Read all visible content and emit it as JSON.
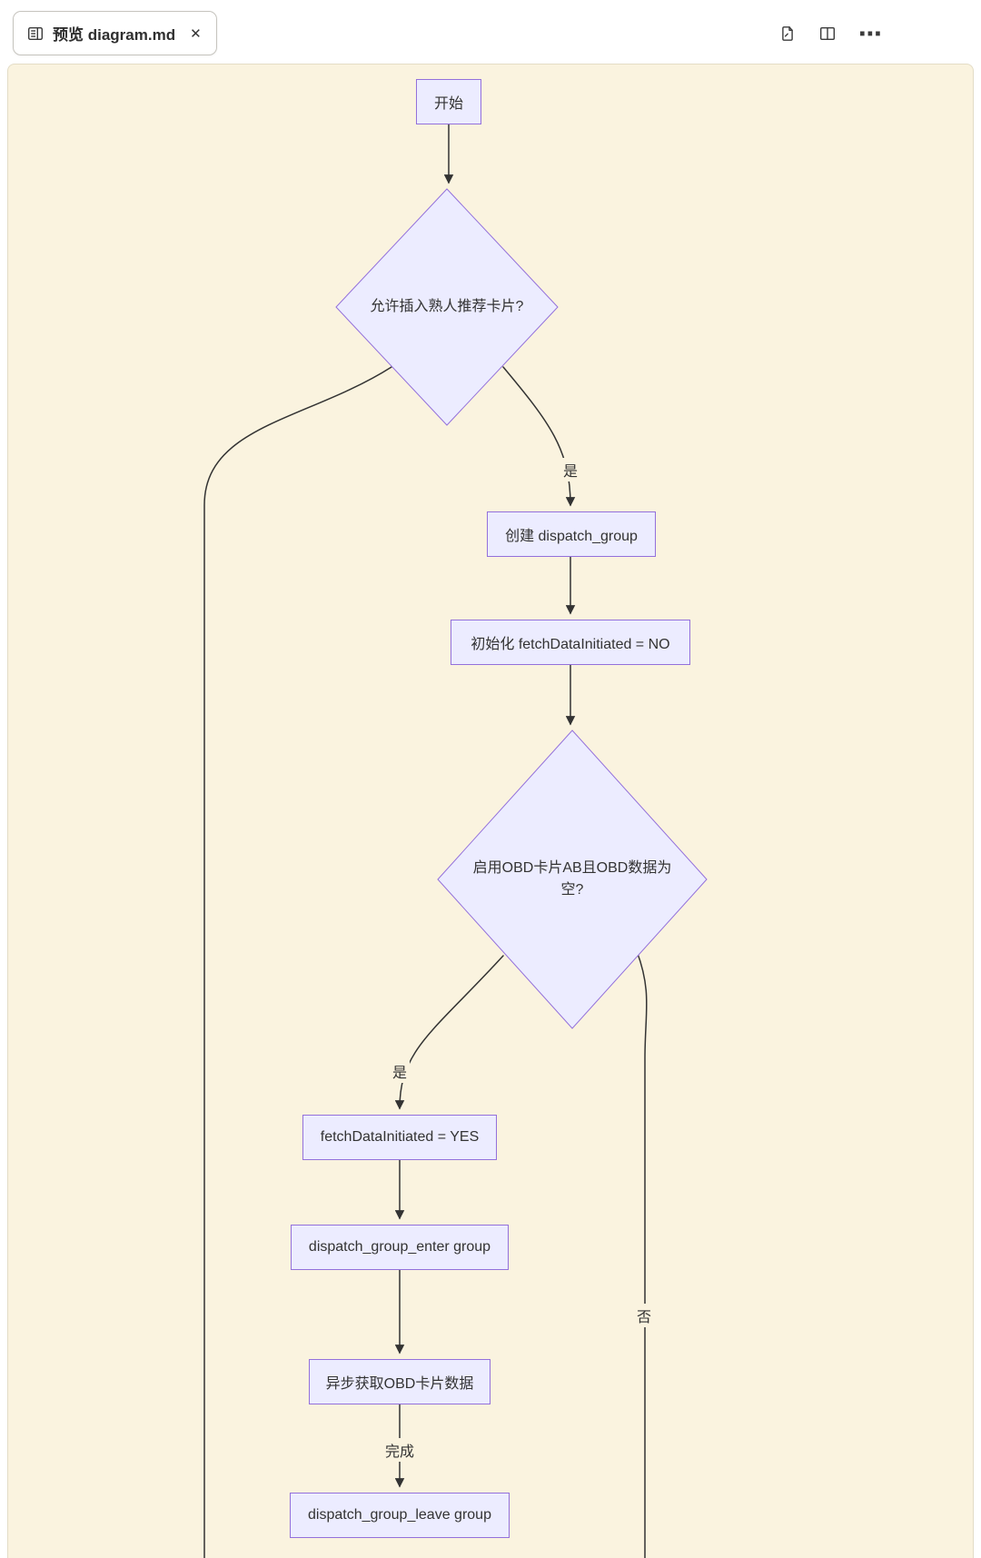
{
  "tab_bar": {
    "tab_title": "预览 diagram.md",
    "close_glyph": "✕",
    "more_glyph": "⋯"
  },
  "diagram": {
    "nodes": {
      "start": "开始",
      "decision_allow_insert": "允许插入熟人推荐卡片?",
      "create_dispatch_group": "创建 dispatch_group",
      "init_fetch_flag": "初始化 fetchDataInitiated = NO",
      "decision_obd_empty": "启用OBD卡片AB且OBD数据为空?",
      "set_fetch_flag": "fetchDataInitiated = YES",
      "dispatch_group_enter": "dispatch_group_enter group",
      "fetch_obd_data": "异步获取OBD卡片数据",
      "dispatch_group_leave": "dispatch_group_leave group"
    },
    "edge_labels": {
      "yes_1": "是",
      "yes_2": "是",
      "no_2": "否",
      "done": "完成"
    },
    "colors": {
      "node_fill": "#ECECFF",
      "node_border": "#9370DB",
      "edge_line": "#333333",
      "preview_background": "#FAF3DF"
    }
  }
}
